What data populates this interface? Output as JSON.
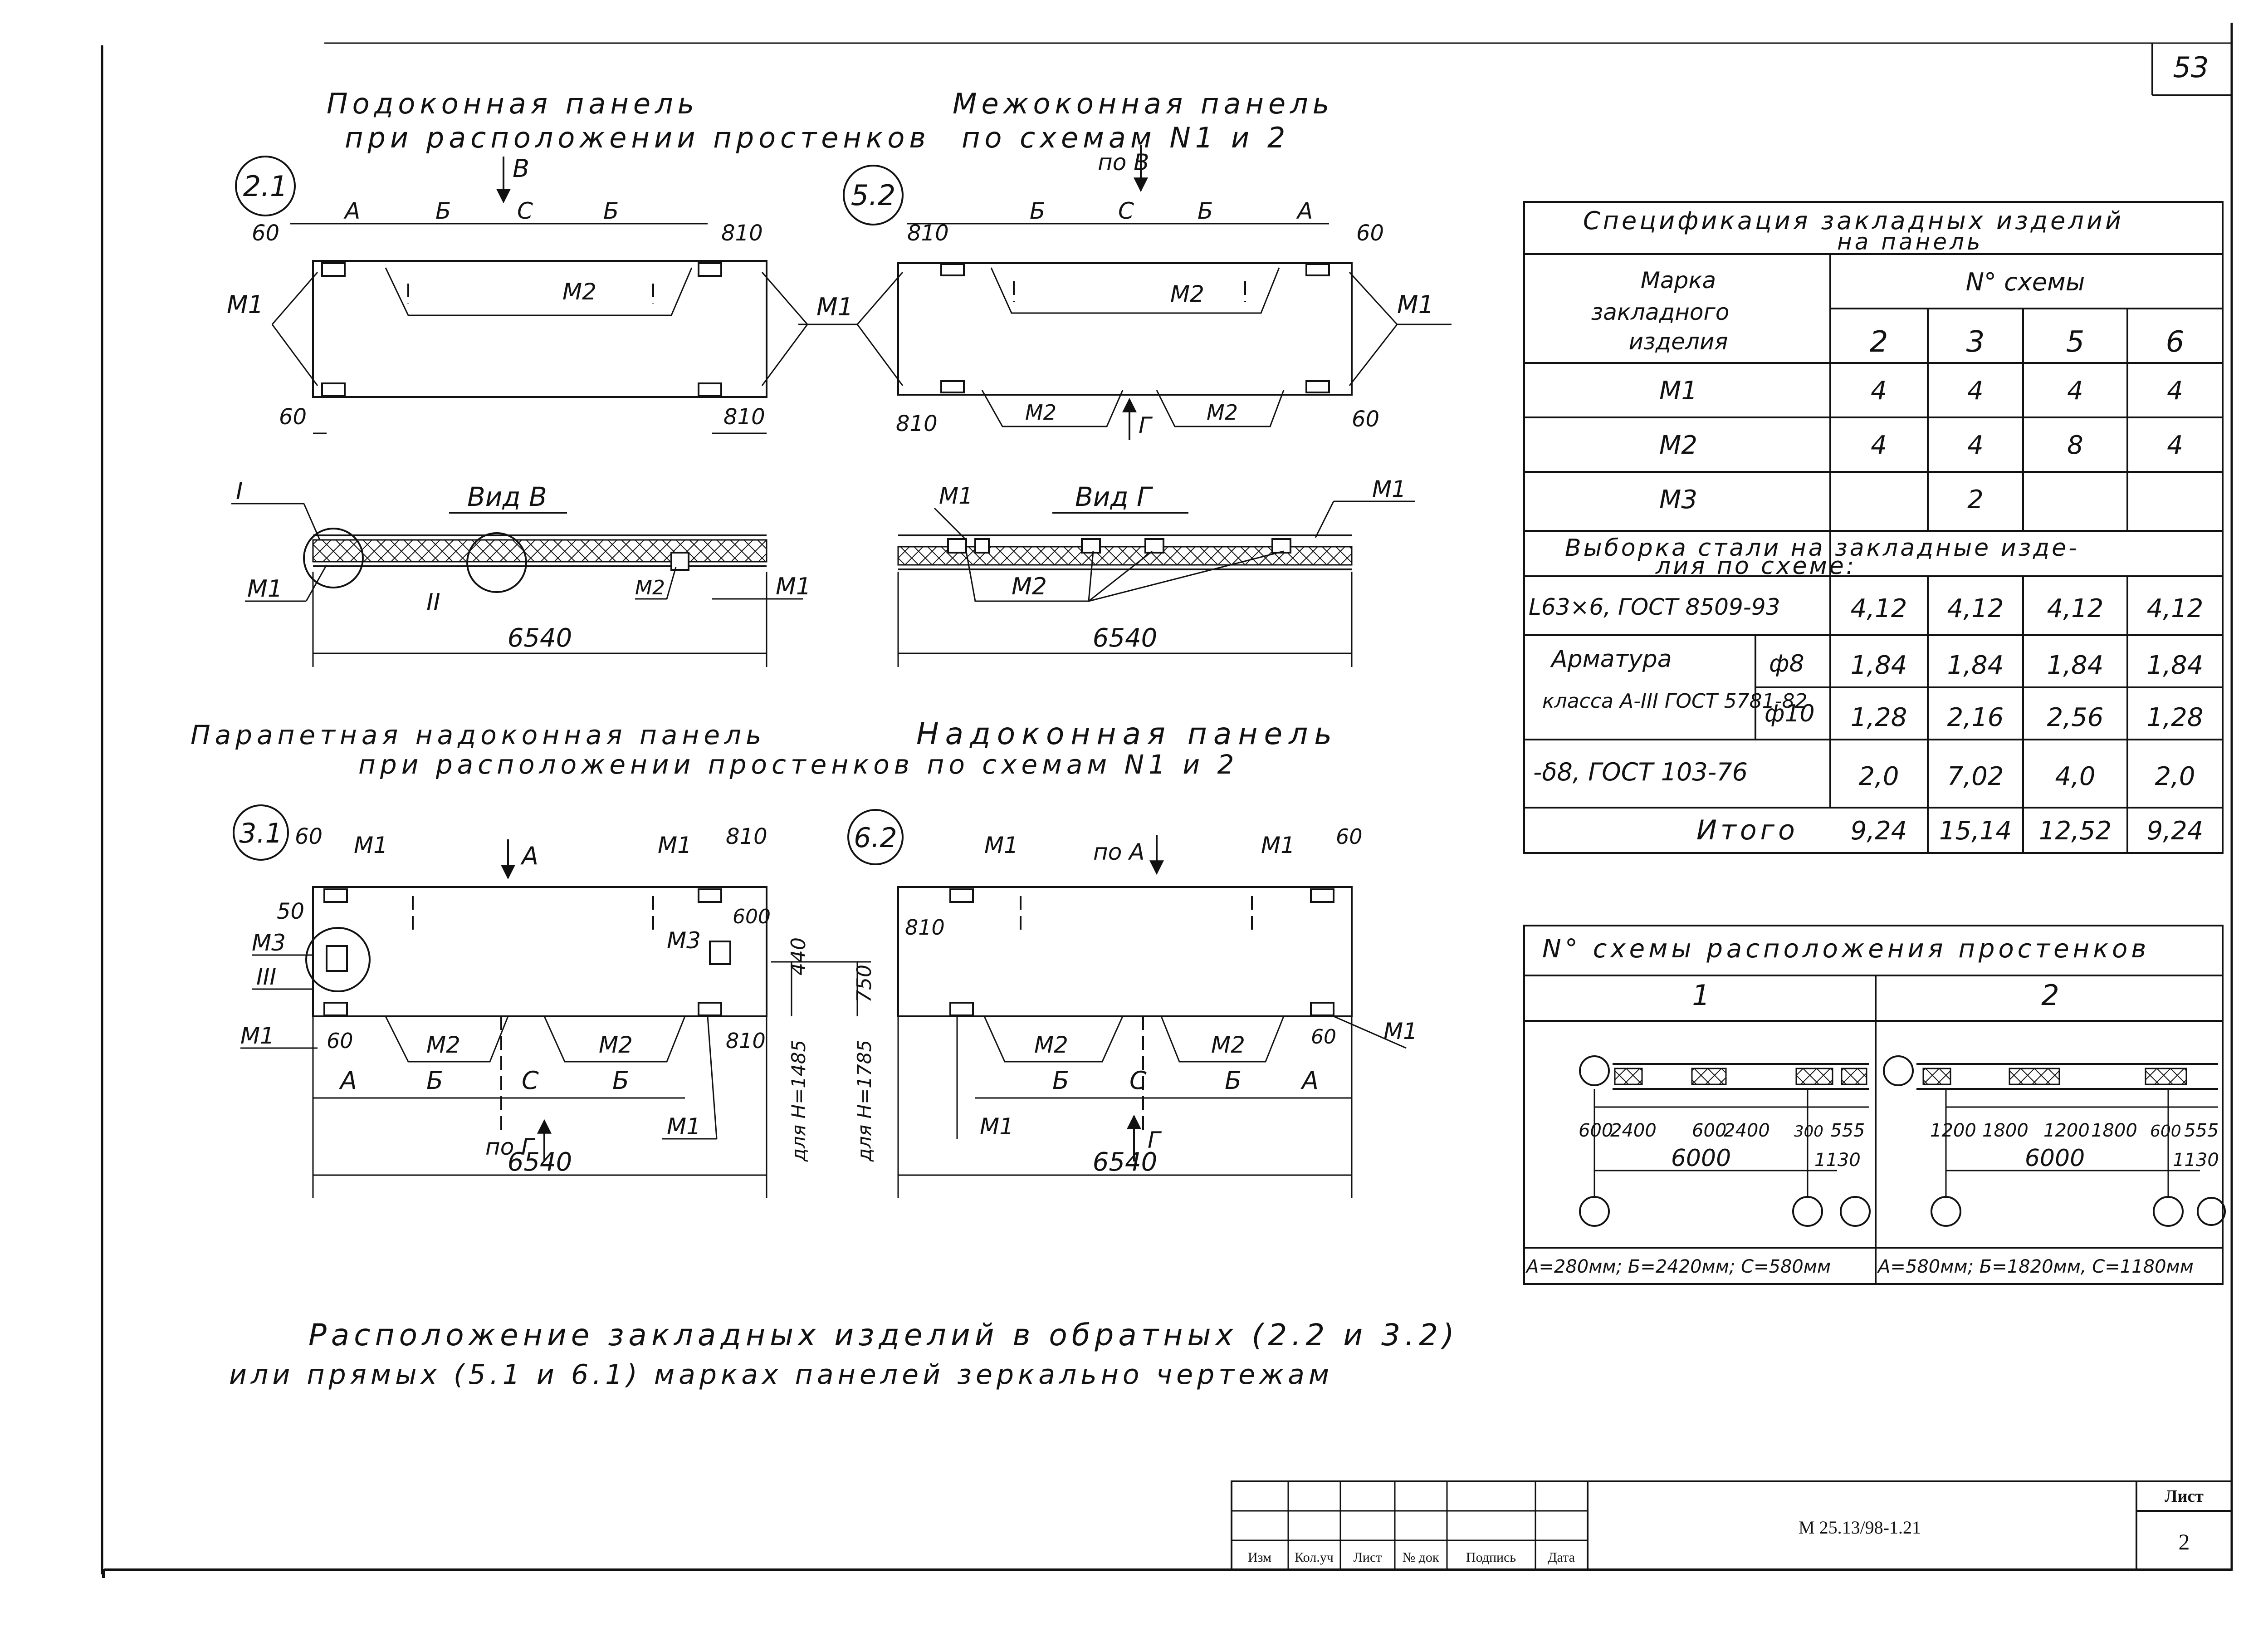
{
  "sheet": {
    "page_number": "53",
    "mirror_note_line1": "Расположение закладных изделий в обратных (2.2 и 3.2)",
    "mirror_note_line2": "или прямых (5.1 и 6.1) марках панелей зеркально чертежам"
  },
  "panels": {
    "p21": {
      "title1": "Подоконная панель",
      "title2": "при расположении простенков",
      "mark": "2.1",
      "view_arrow": "В",
      "dims_top": [
        "60",
        "А",
        "Б",
        "С",
        "Б",
        "810"
      ],
      "dims_bottom": [
        "60",
        "810"
      ],
      "label_m1": "М1",
      "label_m2": "М2"
    },
    "p52": {
      "title1": "Межоконная панель",
      "title2": "по схемам N1 и 2",
      "mark": "5.2",
      "view_arrow_top": "по В",
      "view_arrow_bottom": "Г",
      "dims_top": [
        "810",
        "Б",
        "С",
        "Б",
        "А",
        "60"
      ],
      "dims_bottom": [
        "810",
        "60"
      ],
      "label_m1_left": "М1",
      "label_m1_right": "М1",
      "label_m2": "М2"
    },
    "view_v": {
      "title": "Вид В",
      "labels": [
        "I",
        "М1",
        "II",
        "М2",
        "М1"
      ],
      "length": "6540"
    },
    "view_g": {
      "title": "Вид Г",
      "labels": [
        "М1",
        "М1",
        "М2"
      ],
      "length": "6540"
    },
    "p31": {
      "title1": "Парапетная надоконная панель",
      "title2": "при расположении простенков по схемам N1 и 2",
      "mark": "3.1",
      "view_arrow": "А",
      "labels": [
        "М1",
        "М1",
        "М3",
        "III",
        "М3",
        "М1",
        "М2",
        "М2",
        "М1"
      ],
      "dims_top": [
        "60",
        "810"
      ],
      "dims_side": [
        "50",
        "600",
        "60",
        "810"
      ],
      "dims_bottom": [
        "А",
        "Б",
        "С",
        "Б"
      ],
      "height_note1": "для Н=1485",
      "height_note2": "для Н=1785",
      "dim_440": "440",
      "dim_750": "750",
      "view_arrow_bottom": "по Г",
      "length": "6540"
    },
    "p62": {
      "title1": "Надоконная панель",
      "mark": "6.2",
      "view_arrow": "по А",
      "labels": [
        "М1",
        "М1",
        "М2",
        "М2",
        "М1",
        "М1"
      ],
      "dims": [
        "60",
        "810",
        "60"
      ],
      "dims_bottom": [
        "Б",
        "С",
        "Б",
        "А"
      ],
      "view_arrow_bottom": "Г",
      "length": "6540"
    }
  },
  "spec_table": {
    "title1": "Спецификация закладных изделий",
    "title2": "на панель",
    "col_mark_header": [
      "Марка",
      "закладного",
      "изделия"
    ],
    "col_scheme_header": "N° схемы",
    "schemes": [
      "2",
      "3",
      "5",
      "6"
    ],
    "rows": [
      {
        "mark": "М1",
        "values": [
          "4",
          "4",
          "4",
          "4"
        ]
      },
      {
        "mark": "М2",
        "values": [
          "4",
          "4",
          "8",
          "4"
        ]
      },
      {
        "mark": "М3",
        "values": [
          "",
          "2",
          "",
          ""
        ]
      }
    ],
    "steel_header1": "Выборка стали на закладные изде-",
    "steel_header2": "лия по схеме:",
    "steel_rows": [
      {
        "name": "L63×6, ГОСТ 8509-93",
        "sub": "",
        "values": [
          "4,12",
          "4,12",
          "4,12",
          "4,12"
        ]
      },
      {
        "name": "Арматура",
        "sub": "ф8",
        "values": [
          "1,84",
          "1,84",
          "1,84",
          "1,84"
        ]
      },
      {
        "name": "класса А-III ГОСТ 5781-82",
        "sub": "ф10",
        "values": [
          "1,28",
          "2,16",
          "2,56",
          "1,28"
        ]
      },
      {
        "name": "-δ8, ГОСТ 103-76",
        "sub": "",
        "values": [
          "2,0",
          "7,02",
          "4,0",
          "2,0"
        ]
      }
    ],
    "total_label": "Итого",
    "total_values": [
      "9,24",
      "15,14",
      "12,52",
      "9,24"
    ]
  },
  "scheme_table": {
    "title": "N° схемы расположения простенков",
    "scheme1": {
      "number": "1",
      "dims": [
        "600",
        "2400",
        "600",
        "2400",
        "300",
        "555"
      ],
      "span": "6000",
      "end": "1130",
      "note": "А=280мм; Б=2420мм; С=580мм"
    },
    "scheme2": {
      "number": "2",
      "dims": [
        "1200",
        "1800",
        "1200",
        "1800",
        "600",
        "555"
      ],
      "span": "6000",
      "end": "1130",
      "note": "А=580мм; Б=1820мм, С=1180мм"
    }
  },
  "title_block": {
    "headers": [
      "Изм",
      "Кол.уч",
      "Лист",
      "№ док",
      "Подпись",
      "Дата"
    ],
    "document_code": "М 25.13/98-1.21",
    "sheet_label": "Лист",
    "sheet_number": "2"
  }
}
